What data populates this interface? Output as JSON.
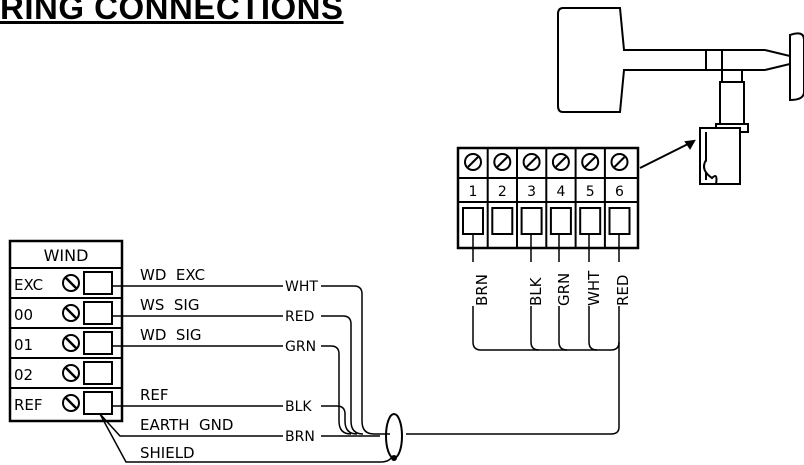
{
  "title": "RING CONNECTIONS",
  "logger": {
    "header": "WIND",
    "terminals": [
      "EXC",
      "00",
      "01",
      "02",
      "REF"
    ]
  },
  "signals": {
    "wd_exc": "WD  EXC",
    "ws_sig": "WS  SIG",
    "wd_sig": "WD  SIG",
    "ref": "REF",
    "earth_gnd": "EARTH  GND",
    "shield": "SHIELD"
  },
  "wire_colors": {
    "wht": "WHT",
    "red": "RED",
    "grn": "GRN",
    "blk": "BLK",
    "brn": "BRN"
  },
  "junction_box": {
    "terminal_numbers": [
      "1",
      "2",
      "3",
      "4",
      "5",
      "6"
    ],
    "wire_labels": {
      "t1": "BRN",
      "t3": "BLK",
      "t4": "GRN",
      "t5": "WHT",
      "t6": "RED"
    }
  }
}
